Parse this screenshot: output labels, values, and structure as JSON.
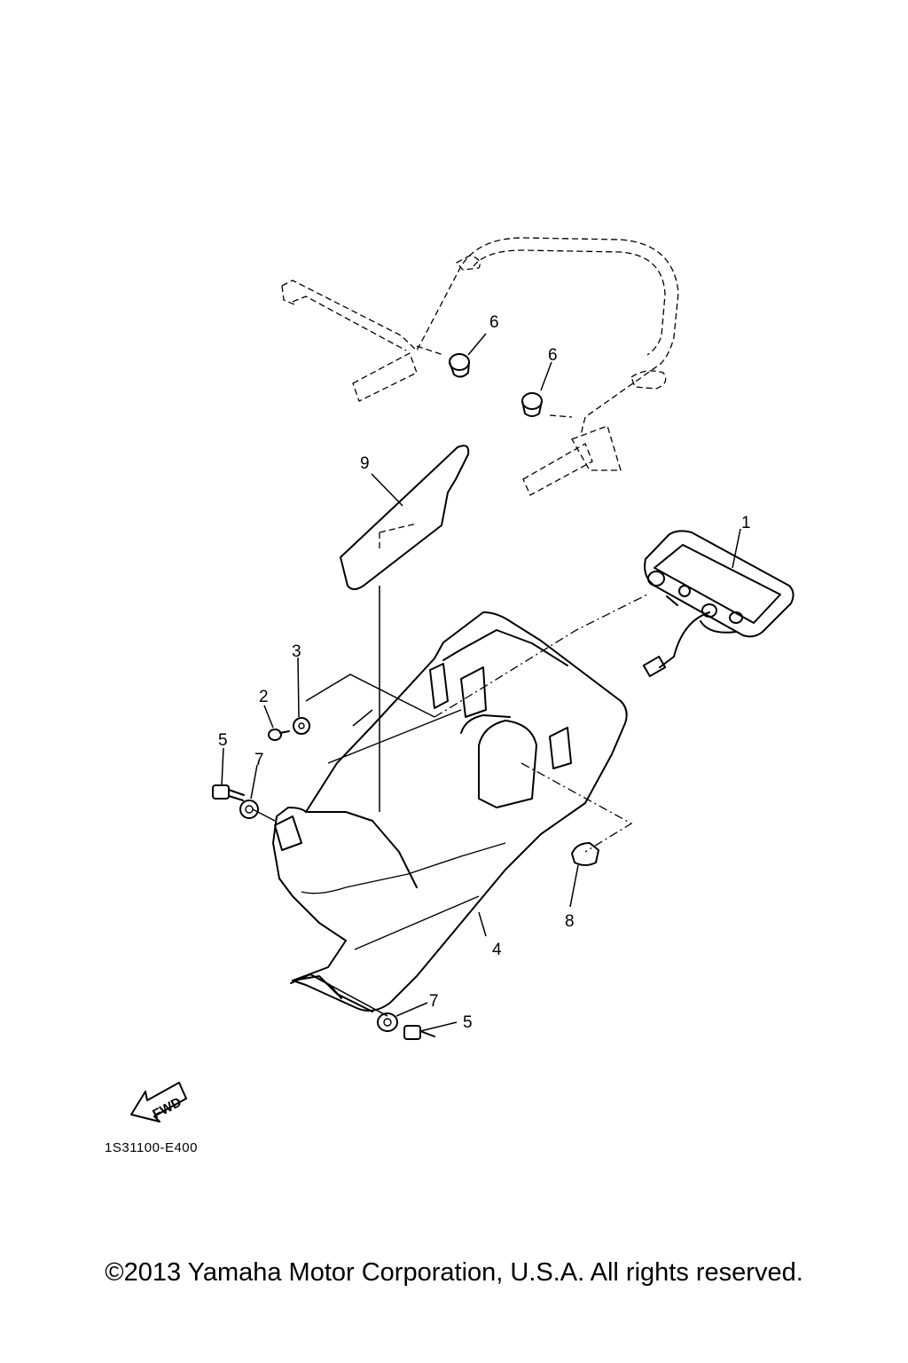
{
  "diagram": {
    "callouts": [
      {
        "id": "c1",
        "label": "1"
      },
      {
        "id": "c2",
        "label": "2"
      },
      {
        "id": "c3",
        "label": "3"
      },
      {
        "id": "c4",
        "label": "4"
      },
      {
        "id": "c5a",
        "label": "5"
      },
      {
        "id": "c5b",
        "label": "5"
      },
      {
        "id": "c6a",
        "label": "6"
      },
      {
        "id": "c6b",
        "label": "6"
      },
      {
        "id": "c7a",
        "label": "7"
      },
      {
        "id": "c7b",
        "label": "7"
      },
      {
        "id": "c8",
        "label": "8"
      },
      {
        "id": "c9",
        "label": "9"
      }
    ],
    "fwd_label": "FWD",
    "code": "1S31100-E400"
  },
  "footer": {
    "copyright": "©2013 Yamaha Motor Corporation, U.S.A. All rights reserved."
  }
}
